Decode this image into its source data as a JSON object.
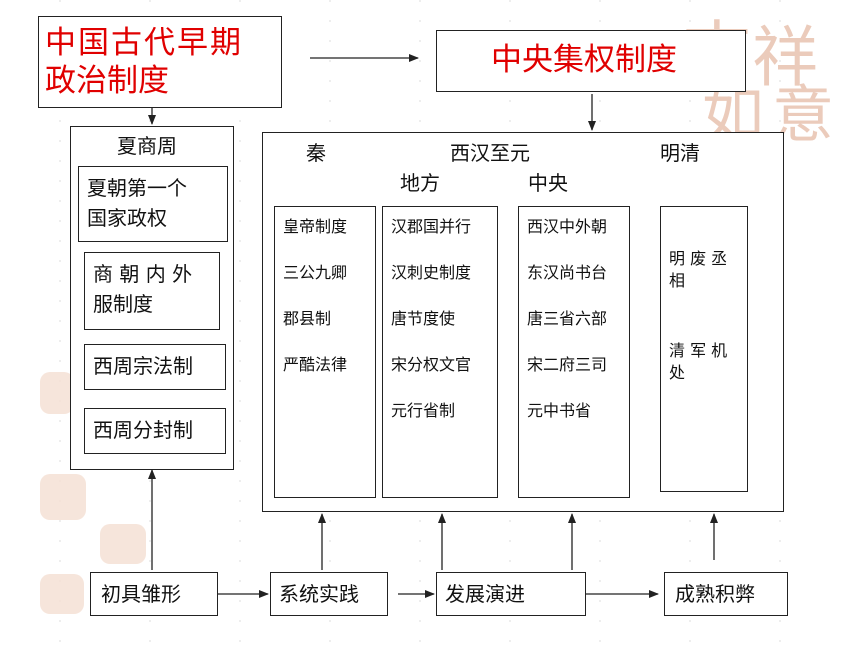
{
  "title_box": {
    "line1": "中国古代早期",
    "line2": "政治制度"
  },
  "central_box": {
    "label": "中央集权制度"
  },
  "xsz_panel": {
    "heading": "夏商周",
    "items": [
      {
        "line1": "夏朝第一个",
        "line2": "国家政权"
      },
      {
        "line1": "商 朝 内 外",
        "line2": "服制度"
      },
      {
        "line1": "西周宗法制",
        "line2": ""
      },
      {
        "line1": "西周分封制",
        "line2": ""
      }
    ]
  },
  "main_panel": {
    "header_qin": "秦",
    "header_xihan": "西汉至元",
    "header_mingqing": "明清",
    "sub_difang": "地方",
    "sub_zhongyang": "中央",
    "col_qin": [
      "皇帝制度",
      "三公九卿",
      "郡县制",
      "严酷法律"
    ],
    "col_difang": [
      "汉郡国并行",
      "汉刺史制度",
      "唐节度使",
      "宋分权文官",
      "元行省制"
    ],
    "col_zhongyang": [
      "西汉中外朝",
      "东汉尚书台",
      "唐三省六部",
      "宋二府三司",
      "元中书省"
    ],
    "col_mingqing": [
      {
        "line1": "明 废 丞",
        "line2": "相"
      },
      {
        "line1": "清 军 机",
        "line2": "处"
      }
    ]
  },
  "stages": [
    "初具雏形",
    "系统实践",
    "发展演进",
    "成熟积弊"
  ],
  "colors": {
    "title": "#e00000",
    "stroke": "#222222",
    "stamp": "#f4e0d5"
  }
}
